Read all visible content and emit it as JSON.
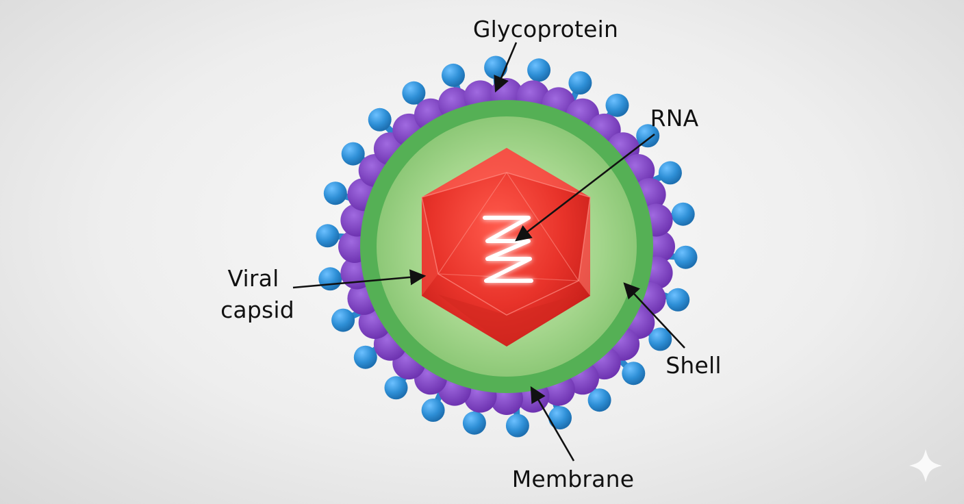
{
  "labels": {
    "glycoprotein": "Glycoprotein",
    "rna": "RNA",
    "viral_capsid_line1": "Viral",
    "viral_capsid_line2": "capsid",
    "shell": "Shell",
    "membrane": "Membrane"
  },
  "colors": {
    "spike": "#2e8fd6",
    "membrane": "#7b3fbf",
    "shell_outer": "#57b257",
    "shell_inner": "#9fd38a",
    "capsid": "#e8332a",
    "rna": "#ffffff",
    "text": "#111111"
  },
  "icons": {
    "corner_mark": "sparkle-icon"
  }
}
